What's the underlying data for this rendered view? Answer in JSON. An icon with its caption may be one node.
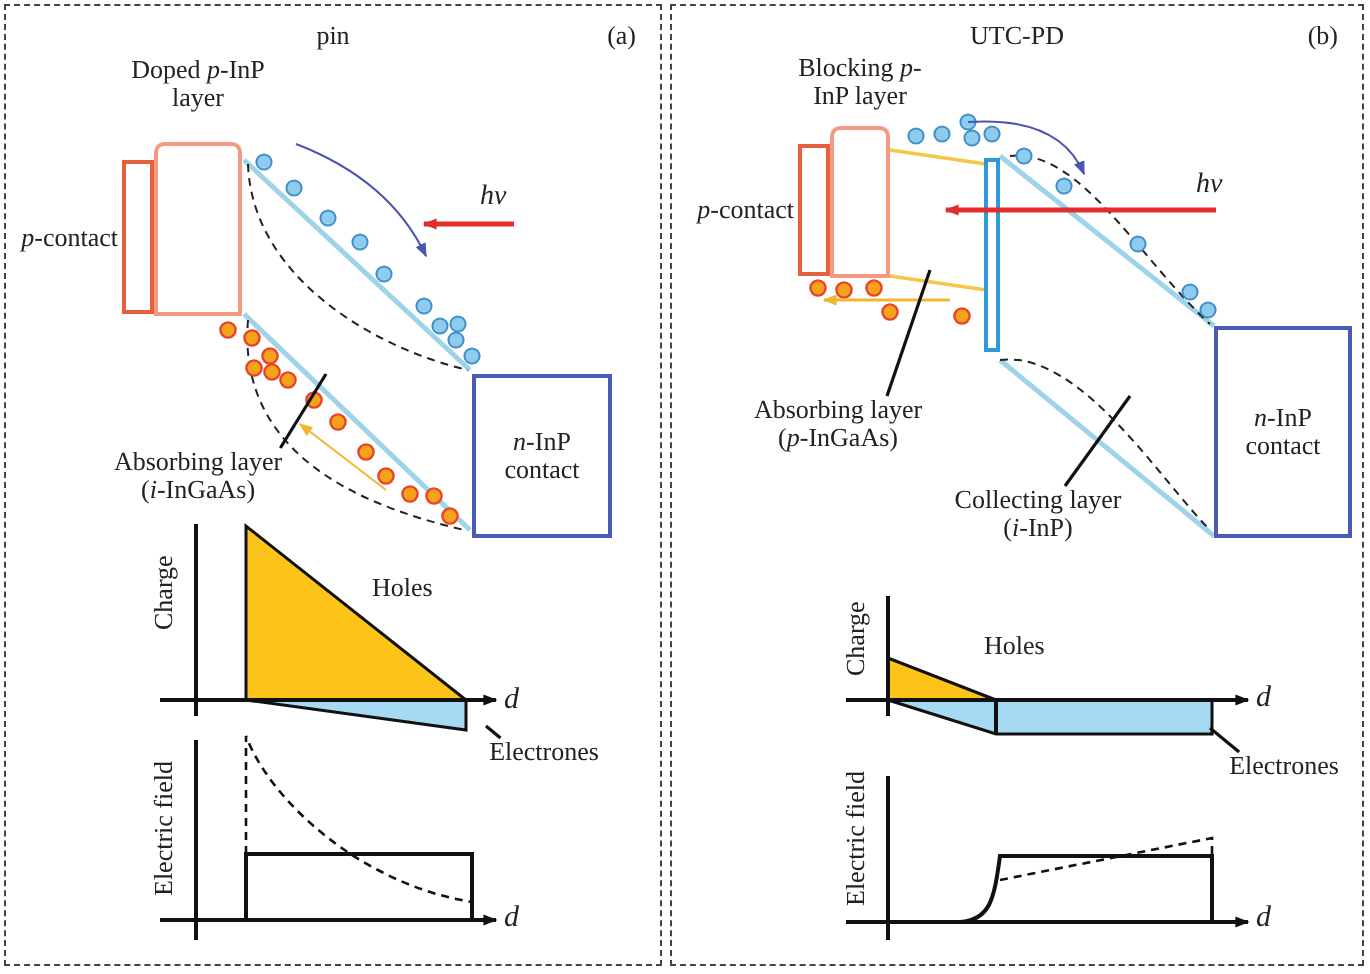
{
  "diagram": {
    "nodes": [
      {
        "text": [
          "pin",
          "(a)"
        ]
      },
      {
        "text": [
          "*p*-contact"
        ],
        "in": 0
      },
      {
        "text": [
          "Doped *p*-InP layer"
        ],
        "in": 0
      },
      {
        "text": [
          "*n*-InP contact"
        ],
        "in": 0
      },
      {
        "text": [
          "Absorbing layer (*i*-InGaAs)"
        ],
        "in": 0
      },
      {
        "text": [
          "Electrones"
        ],
        "in": 0
      },
      {
        "text": [
          "UTC-PD",
          "(b)"
        ]
      },
      {
        "text": [
          "*p*-contact"
        ],
        "in": 6
      },
      {
        "text": [
          "Blocking *p*-InP layer"
        ],
        "in": 6
      },
      {
        "text": [
          "*n*-InP contact"
        ],
        "in": 6
      },
      {
        "text": [
          "Absorbing layer (*p*-InGaAs)"
        ],
        "in": 6
      },
      {
        "text": [
          "Collecting layer (*i*-InP)"
        ],
        "in": 6
      },
      {
        "text": [
          "Electrones"
        ],
        "in": 6
      }
    ],
    "edges": [
      {
        "from": 4,
        "to": null,
        "arrow": "none"
      },
      {
        "from": 5,
        "to": null,
        "arrow": "none"
      },
      {
        "from": 10,
        "to": null,
        "arrow": "none"
      },
      {
        "from": 11,
        "to": null,
        "arrow": "none"
      },
      {
        "from": 12,
        "to": null,
        "arrow": "none"
      }
    ],
    "labels": [
      "hv",
      "Charge",
      "Holes",
      "d",
      "Electric field",
      "d",
      "hv",
      "Charge",
      "Holes",
      "d",
      "Electric field",
      "d"
    ]
  }
}
